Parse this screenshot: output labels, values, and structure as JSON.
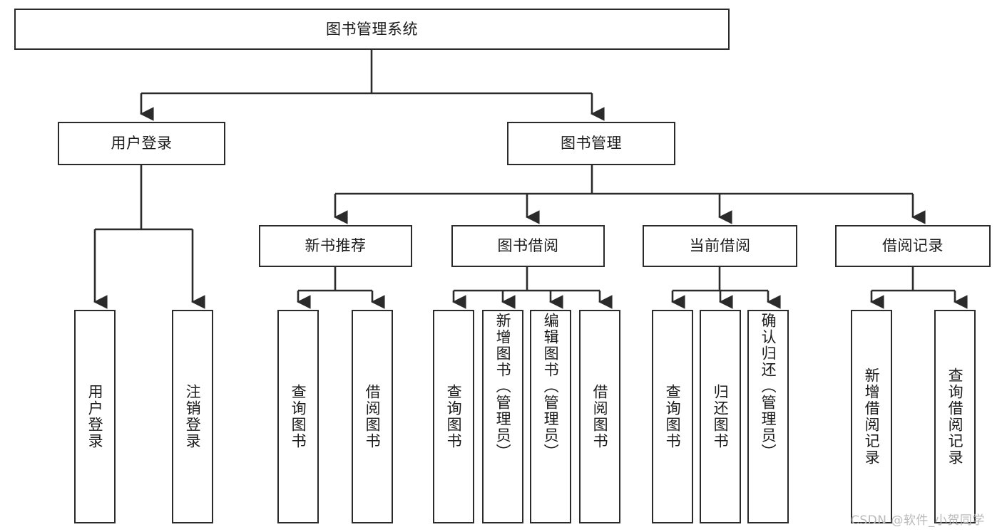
{
  "diagram": {
    "type": "tree",
    "title": "图书管理系统",
    "root": {
      "label": "图书管理系统"
    },
    "level2": [
      {
        "label": "用户登录"
      },
      {
        "label": "图书管理"
      }
    ],
    "level3": [
      {
        "label": "新书推荐"
      },
      {
        "label": "图书借阅"
      },
      {
        "label": "当前借阅"
      },
      {
        "label": "借阅记录"
      }
    ],
    "leaves": {
      "user_login": [
        {
          "label": "用户登录"
        },
        {
          "label": "注销登录"
        }
      ],
      "new_book_recommend": [
        {
          "label": "查询图书"
        },
        {
          "label": "借阅图书"
        }
      ],
      "book_borrow": [
        {
          "label": "查询图书"
        },
        {
          "label": "新增图书（管理员）"
        },
        {
          "label": "编辑图书（管理员）"
        },
        {
          "label": "借阅图书"
        }
      ],
      "current_borrow": [
        {
          "label": "查询图书"
        },
        {
          "label": "归还图书"
        },
        {
          "label": "确认归还（管理员）"
        }
      ],
      "borrow_record": [
        {
          "label": "新增借阅记录"
        },
        {
          "label": "查询借阅记录"
        }
      ]
    }
  },
  "watermark": {
    "text": "CSDN @软件_小贺同学"
  },
  "colors": {
    "stroke": "#2b2b2b",
    "background": "#ffffff",
    "text": "#1b1b1b",
    "watermark": "#b9b9b9"
  }
}
